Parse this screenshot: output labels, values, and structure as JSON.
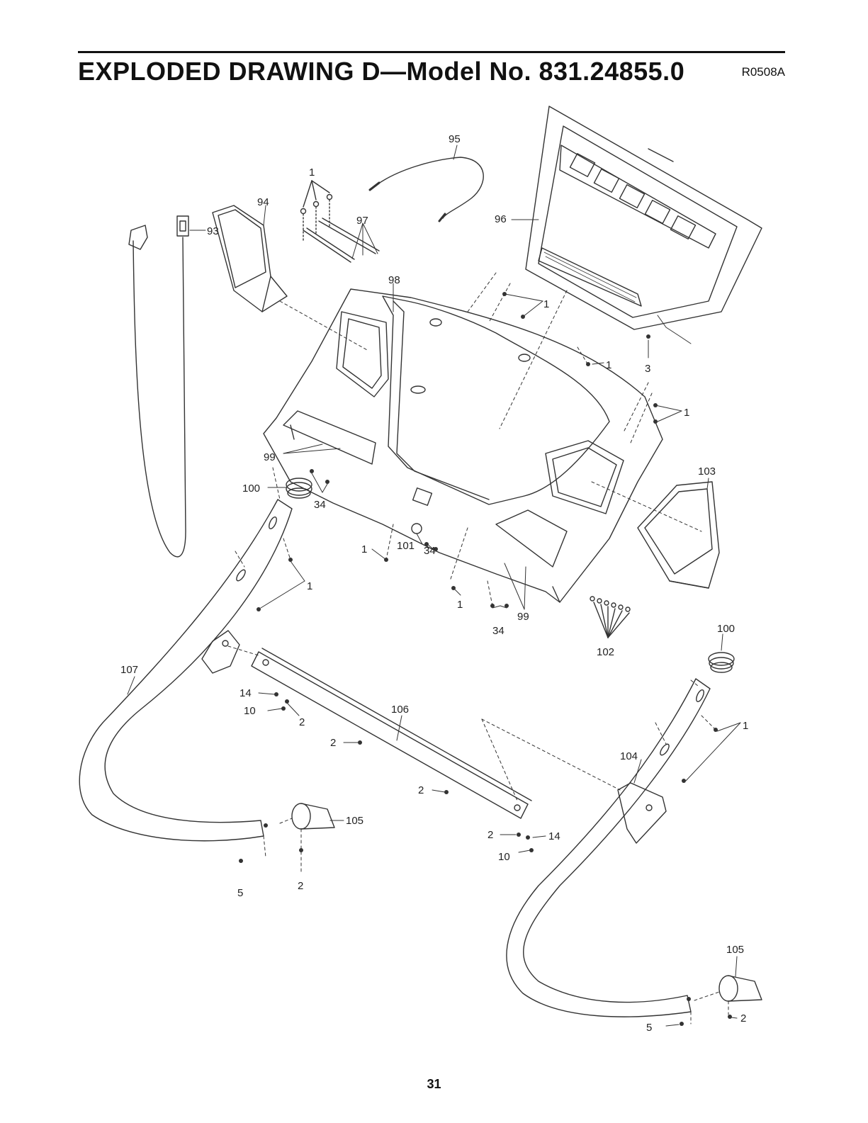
{
  "header": {
    "title": "EXPLODED DRAWING D—Model No. 831.24855.0",
    "drawing_code": "R0508A"
  },
  "footer": {
    "page_number": "31"
  },
  "callouts": {
    "l1": "1",
    "l95": "95",
    "l94": "94",
    "l97": "97",
    "l96": "96",
    "l98": "98",
    "l1b": "1",
    "l1c": "1",
    "l3": "3",
    "l93": "93",
    "l1d": "1",
    "l99": "99",
    "l100": "100",
    "l34": "34",
    "l103": "103",
    "l1e": "1",
    "l101": "101",
    "l34b": "34",
    "l1f": "1",
    "l1g": "1",
    "l34c": "34",
    "l99b": "99",
    "l102": "102",
    "l100b": "100",
    "l107": "107",
    "l14": "14",
    "l10": "10",
    "l2": "2",
    "l106": "106",
    "l2b": "2",
    "l1h": "1",
    "l104": "104",
    "l2c": "2",
    "l105": "105",
    "l2d": "2",
    "l14b": "14",
    "l10b": "10",
    "l5": "5",
    "l2e": "2",
    "l105b": "105",
    "l5b": "5",
    "l2f": "2"
  }
}
